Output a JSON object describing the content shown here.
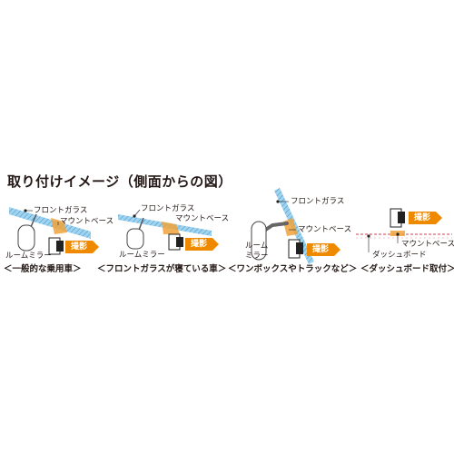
{
  "title": "取り付けイメージ（側面からの図）",
  "colors": {
    "glass": "#87c9ea",
    "mount": "#f0a33c",
    "tag": "#ef8a00",
    "dashboard": "#e8a0a6",
    "ink": "#231815"
  },
  "icons": [
    "camera-icon",
    "mirror-icon",
    "windshield",
    "mount-base",
    "dashboard-line"
  ],
  "scenes": [
    {
      "glass_label": "フロントガラス",
      "mount_label": "マウントベース",
      "mirror_label": "ルームミラー",
      "shoot_label": "撮影",
      "caption": "＜一般的な乗用車＞"
    },
    {
      "glass_label": "フロントガラス",
      "mount_label": "マウントベース",
      "mirror_label": "ルームミラー",
      "shoot_label": "撮影",
      "caption": "＜フロントガラスが寝ている車＞"
    },
    {
      "glass_label": "フロントガラス",
      "mount_label": "マウントベース",
      "mirror_label_1": "ルーム",
      "mirror_label_2": "ミラー",
      "shoot_label": "撮影",
      "caption": "＜ワンボックスやトラックなど＞"
    },
    {
      "mount_label": "マウントベース",
      "dash_label": "ダッシュボード",
      "shoot_label": "撮影",
      "caption": "＜ダッシュボード取付＞"
    }
  ]
}
